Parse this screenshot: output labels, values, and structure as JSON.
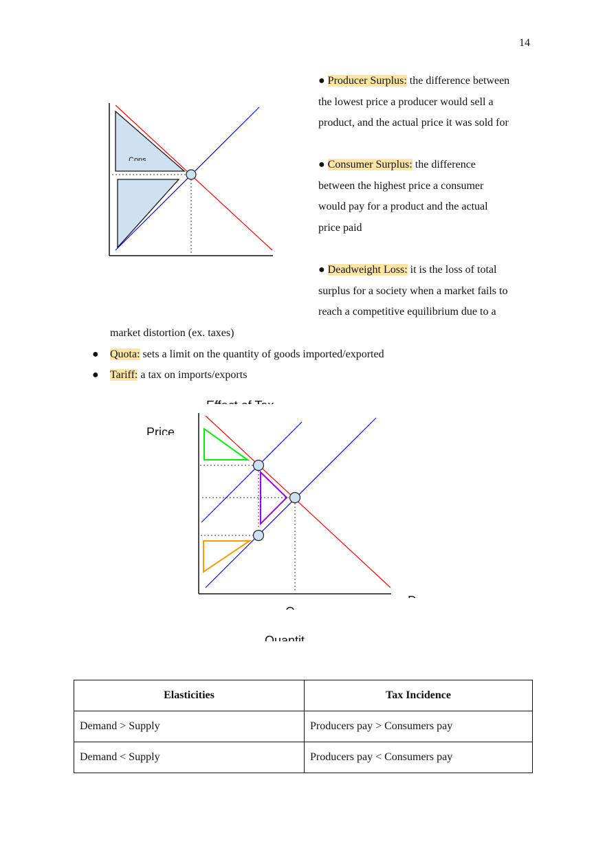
{
  "page_number": "14",
  "bullets_right": [
    {
      "term": "Producer Surplus:",
      "lines": [
        "the difference between",
        "the lowest price a producer would sell a",
        "product, and the actual price it was sold for"
      ]
    },
    {
      "term": "Consumer Surplus:",
      "lines": [
        "the difference",
        "between the highest price a consumer",
        "would pay for a product and the actual",
        "price paid"
      ]
    },
    {
      "term": "Deadweight Loss:",
      "lines": [
        "it is the loss of total",
        "surplus for a society when a market fails to",
        "reach a competitive equilibrium due to a",
        "market distortion (ex. taxes)"
      ]
    }
  ],
  "bullets_left": [
    {
      "term": "Quota:",
      "text": "sets a limit on the quantity of goods imported/exported"
    },
    {
      "term": "Tariff:",
      "text": "a tax on imports/exports"
    }
  ],
  "bullet_glyph": "●",
  "diagram1": {
    "consumer_label": "Cons",
    "colors": {
      "demand": "#ff0000",
      "supply": "#0000ff",
      "fill": "#cfe0f1"
    }
  },
  "diagram2": {
    "title": "Effect of Tax",
    "ylabel": "Price",
    "xlabel": "Quantit",
    "q_label": "Q",
    "d_label": "D",
    "colors": {
      "demand": "#ff0000",
      "supply": "#0000ff",
      "consumer": "#00ee00",
      "deadweight": "#9900ee",
      "producer": "#ff9900"
    }
  },
  "table": {
    "headers": [
      "Elasticities",
      "Tax Incidence"
    ],
    "rows": [
      [
        "Demand > Supply",
        "Producers pay > Consumers pay"
      ],
      [
        "Demand < Supply",
        "Producers pay < Consumers pay"
      ]
    ]
  }
}
